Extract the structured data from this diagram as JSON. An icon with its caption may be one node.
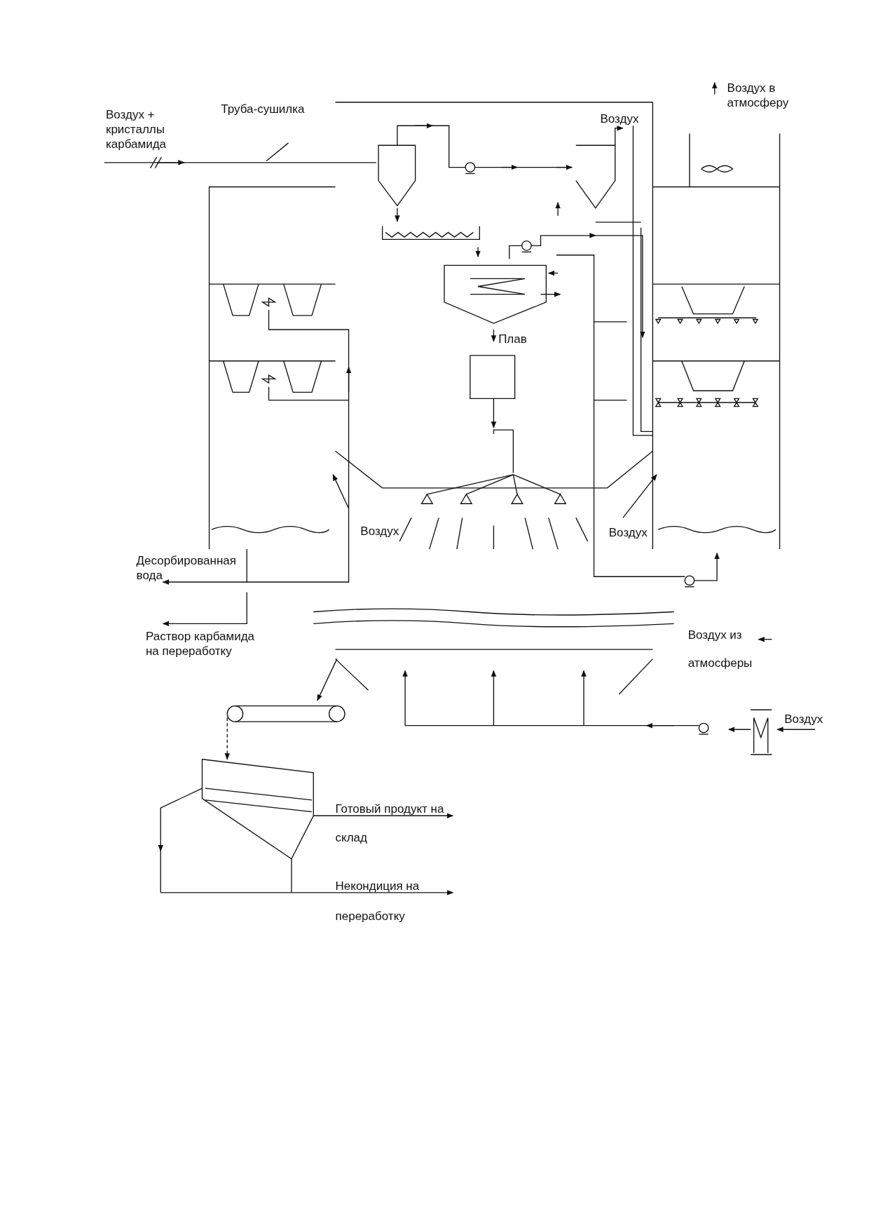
{
  "diagram": {
    "labels": [
      "Воздух + кристаллы карбамида",
      "Труба-сушилка",
      "Воздух",
      "Воздух в атмосферу",
      "Плав",
      "Воздух",
      "Воздух",
      "Десорбированная вода",
      "Раствор карбамида на переработку",
      "Воздух из атмосферы",
      "Воздух",
      "Готовый продукт на склад",
      "Некондиция на переработку"
    ]
  }
}
